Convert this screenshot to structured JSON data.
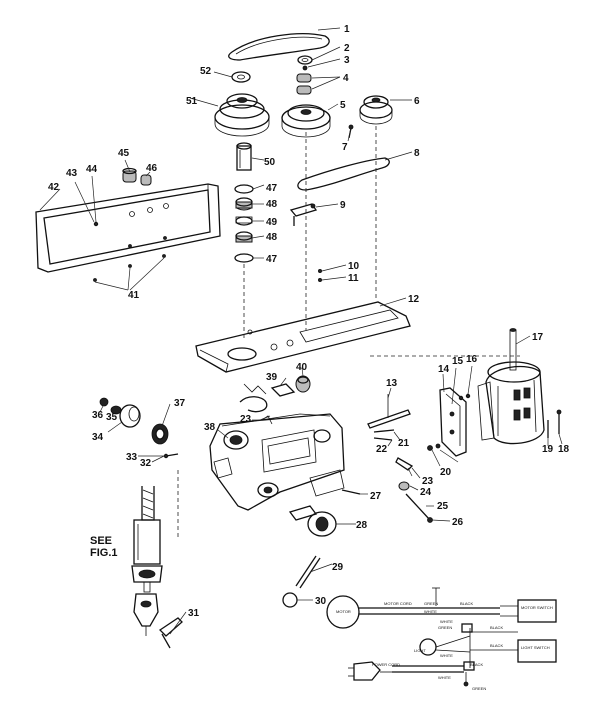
{
  "diagram": {
    "see_fig_label": "SEE\nFIG.1",
    "callouts": [
      "1",
      "2",
      "3",
      "4",
      "5",
      "6",
      "7",
      "8",
      "9",
      "10",
      "11",
      "12",
      "13",
      "14",
      "15",
      "16",
      "17",
      "18",
      "19",
      "20",
      "21",
      "22",
      "23",
      "23",
      "24",
      "25",
      "26",
      "27",
      "28",
      "29",
      "30",
      "31",
      "32",
      "33",
      "34",
      "35",
      "36",
      "37",
      "38",
      "39",
      "40",
      "41",
      "42",
      "43",
      "44",
      "45",
      "46",
      "47",
      "47",
      "48",
      "48",
      "49",
      "50",
      "51",
      "52"
    ],
    "wiring_labels": [
      "MOTOR",
      "MOTOR CORD",
      "GREEN",
      "BLACK",
      "WHITE",
      "MOTOR SWITCH",
      "WHITE",
      "BLACK",
      "GREEN",
      "LIGHT",
      "WHITE",
      "BLACK",
      "LIGHT SWITCH",
      "POWER CORD",
      "BLACK",
      "WHITE",
      "GREEN"
    ]
  }
}
